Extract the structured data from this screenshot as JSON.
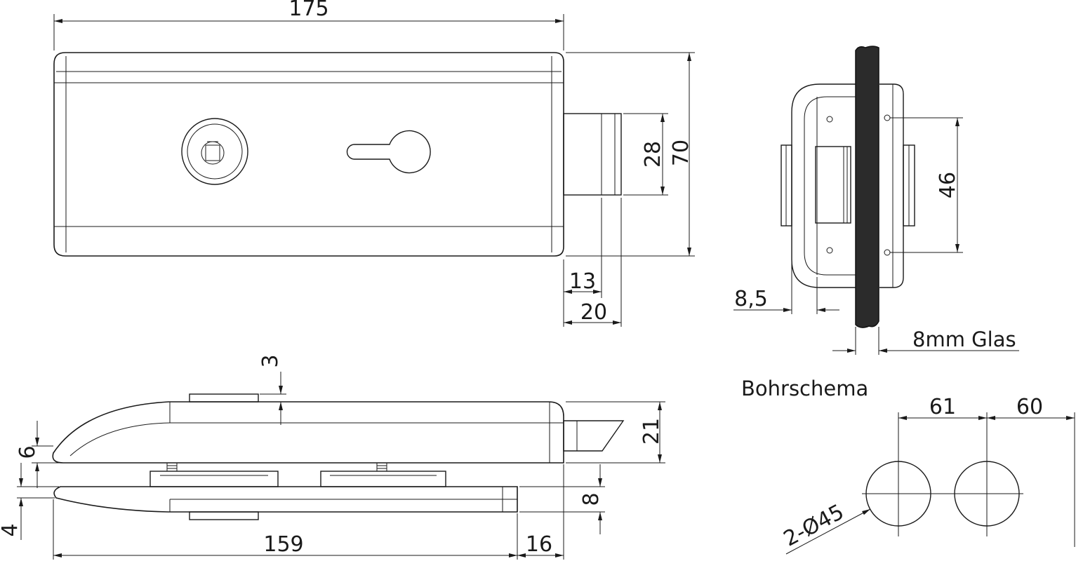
{
  "front_view": {
    "width": "175",
    "height": "70",
    "bolt_height": "28",
    "bolt_offset": "13",
    "bolt_length": "20"
  },
  "side_view": {
    "inset": "8,5",
    "hole_spacing": "46",
    "glass_label": "8mm Glas"
  },
  "bottom_view": {
    "gap_top": "3",
    "body_height": "21",
    "tip_height": "6",
    "glass_gap": "8",
    "lower_height": "4",
    "lower_length": "159",
    "overhang": "16"
  },
  "drill_scheme": {
    "title": "Bohrschema",
    "spacing_1": "61",
    "spacing_2": "60",
    "hole_callout": "2-Ø45"
  }
}
